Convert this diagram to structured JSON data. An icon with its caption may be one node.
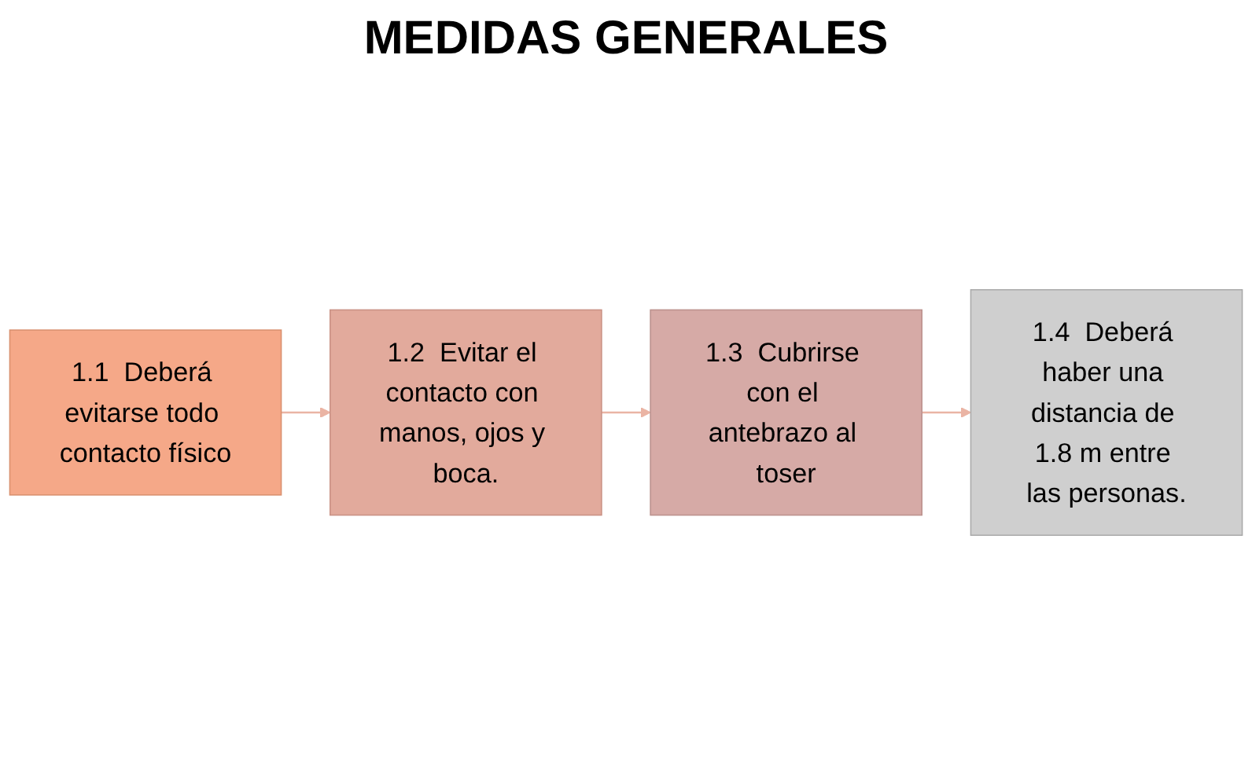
{
  "diagram": {
    "title": "MEDIDAS GENERALES",
    "nodes": [
      {
        "text": [
          "1.1  Deberá evitarse todo contacto físico"
        ]
      },
      {
        "text": [
          "1.2  Evitar el contacto con manos, ojos y boca."
        ]
      },
      {
        "text": [
          "1.3  Cubrirse con el antebrazo al toser"
        ]
      },
      {
        "text": [
          "1.4  Deberá haber una distancia de 1.8 m entre las personas."
        ]
      }
    ],
    "edges": [
      {
        "from": 0,
        "to": 1,
        "arrow": "to"
      },
      {
        "from": 1,
        "to": 2,
        "arrow": "to"
      },
      {
        "from": 2,
        "to": 3,
        "arrow": "to"
      }
    ]
  }
}
